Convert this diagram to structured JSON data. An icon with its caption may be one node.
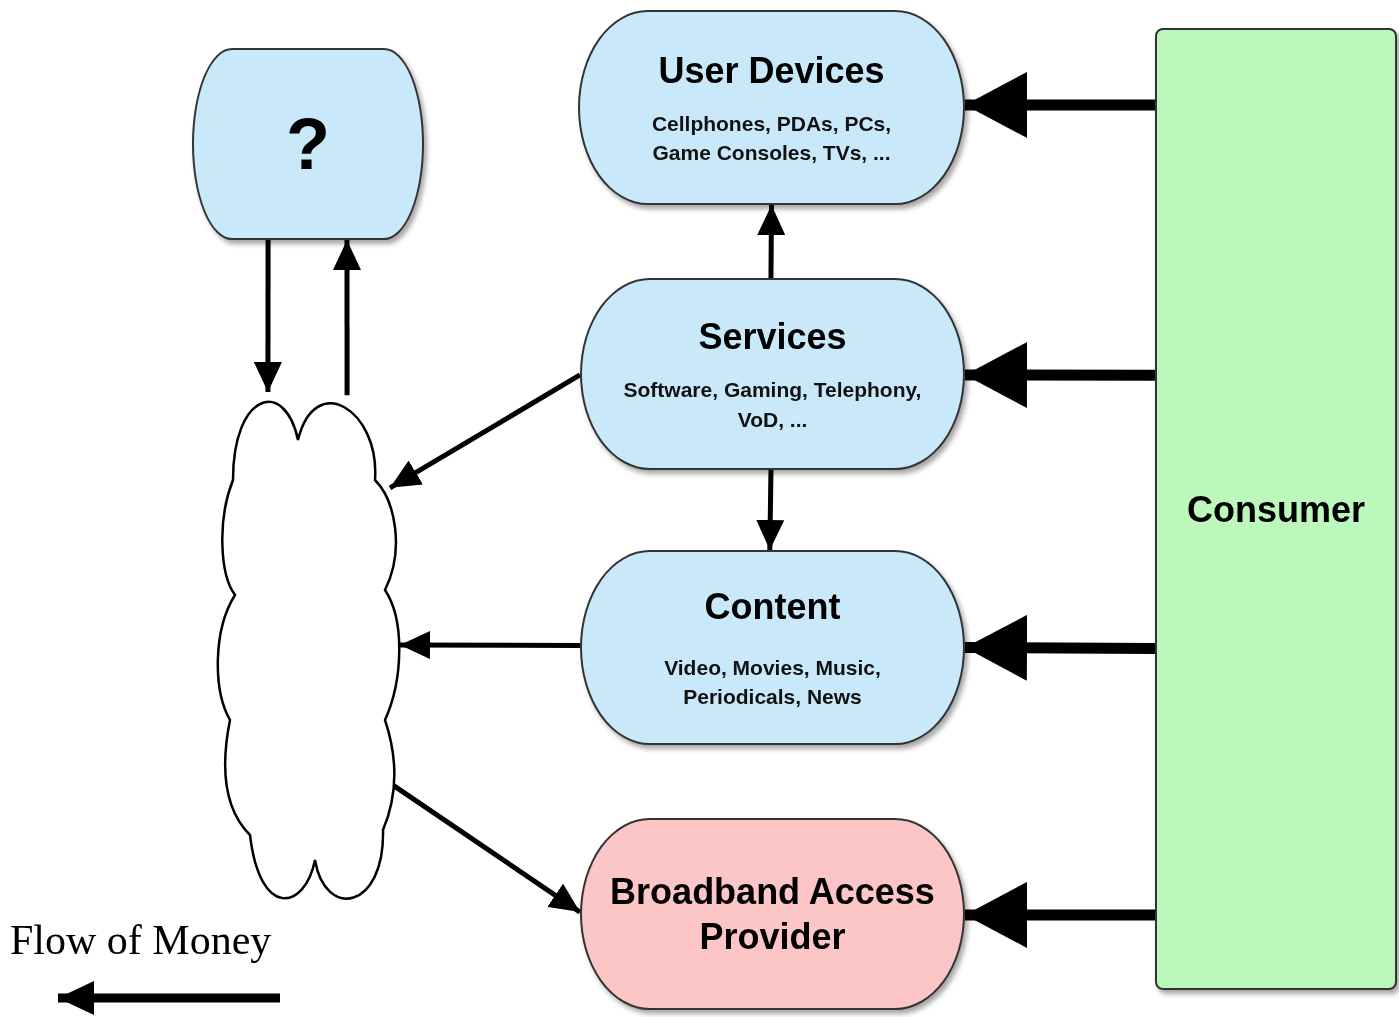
{
  "diagram": {
    "nodes": [
      {
        "text": [
          "?"
        ]
      },
      {
        "text": [
          "User Devices",
          "Cellphones, PDAs, PCs, Game Consoles, TVs, ..."
        ]
      },
      {
        "text": [
          "Services",
          "Software, Gaming, Telephony, VoD, ..."
        ]
      },
      {
        "text": [
          "Content",
          "Video, Movies, Music, Periodicals, News"
        ]
      },
      {
        "text": [],
        "shape": "cloud"
      },
      {
        "text": [
          "Broadband Access Provider"
        ]
      },
      {
        "text": [
          "Consumer"
        ]
      }
    ],
    "edges": [
      {
        "from": 6,
        "to": 1,
        "arrow": "to",
        "style": "thick"
      },
      {
        "from": 6,
        "to": 2,
        "arrow": "to",
        "style": "thick"
      },
      {
        "from": 6,
        "to": 3,
        "arrow": "to",
        "style": "thick"
      },
      {
        "from": 6,
        "to": 5,
        "arrow": "to",
        "style": "thick"
      },
      {
        "from": 2,
        "to": 1,
        "arrow": "to"
      },
      {
        "from": 2,
        "to": 3,
        "arrow": "to"
      },
      {
        "from": 2,
        "to": 4,
        "arrow": "to"
      },
      {
        "from": 3,
        "to": 4,
        "arrow": "to"
      },
      {
        "from": 4,
        "to": 5,
        "arrow": "to"
      },
      {
        "from": 0,
        "to": 4,
        "arrow": "to"
      },
      {
        "from": 4,
        "to": 0,
        "arrow": "to"
      }
    ],
    "legend": [
      {
        "text": "Flow of Money"
      }
    ]
  }
}
